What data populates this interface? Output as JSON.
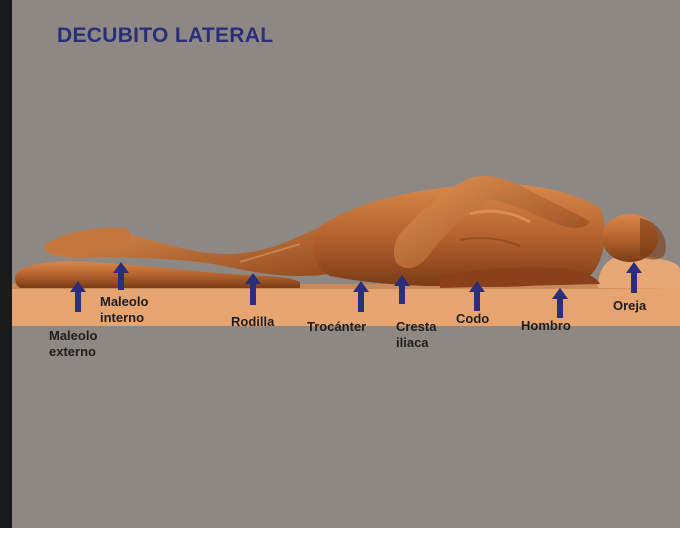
{
  "title": "DECUBITO LATERAL",
  "colors": {
    "background": "#8e8884",
    "mattress": "#e6a470",
    "body": "#b5642e",
    "arrow": "#2a2f7c",
    "title": "#2b2f7a"
  },
  "pressure_points": [
    {
      "name": "maleolo-externo",
      "label": "Maleolo\nexterno"
    },
    {
      "name": "maleolo-interno",
      "label": "Maleolo\ninterno"
    },
    {
      "name": "rodilla",
      "label": "Rodilla"
    },
    {
      "name": "trocanter",
      "label": "Trocánter"
    },
    {
      "name": "cresta-iliaca",
      "label": "Cresta\niliaca"
    },
    {
      "name": "codo",
      "label": "Codo"
    },
    {
      "name": "hombro",
      "label": "Hombro"
    },
    {
      "name": "oreja",
      "label": "Oreja"
    }
  ]
}
